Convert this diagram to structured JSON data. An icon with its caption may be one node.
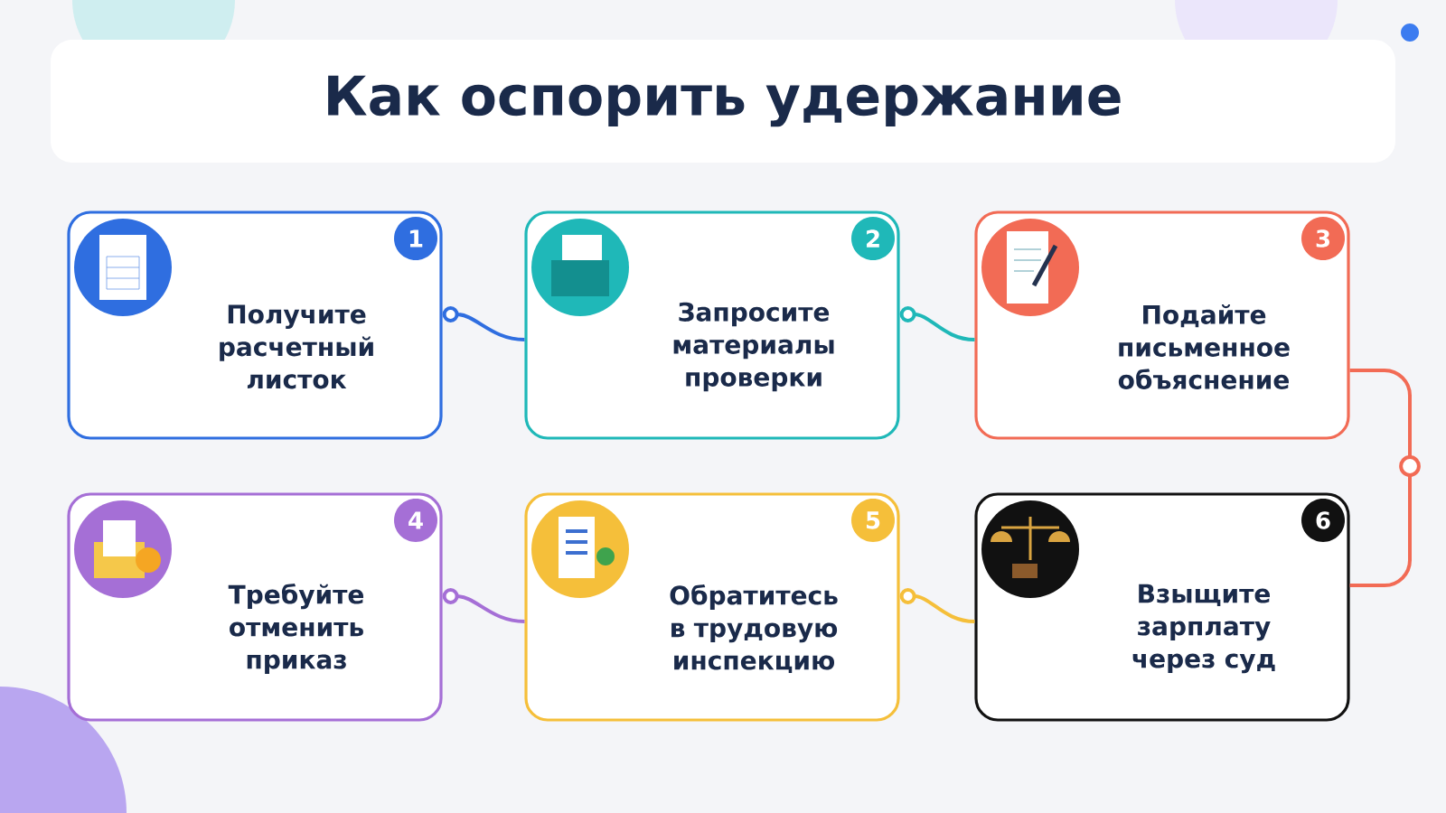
{
  "diagram": {
    "title": "Как оспорить удержание",
    "nodes": [
      {
        "text": [
          "1",
          "Получите расчетный листок"
        ]
      },
      {
        "text": [
          "2",
          "Запросите материалы проверки"
        ]
      },
      {
        "text": [
          "3",
          "Подайте письменное объяснение"
        ]
      },
      {
        "text": [
          "4",
          "Требуйте отменить приказ"
        ]
      },
      {
        "text": [
          "5",
          "Обратитесь в трудовую инспекцию"
        ]
      },
      {
        "text": [
          "6",
          "Взыщите зарплату через суд"
        ]
      }
    ],
    "edges": [
      {
        "from": 0,
        "to": 1,
        "arrow": "other",
        "color": "#2f6ee0"
      },
      {
        "from": 1,
        "to": 2,
        "arrow": "other",
        "color": "#1fb8b8"
      },
      {
        "from": 2,
        "to": 5,
        "arrow": "none",
        "color": "#f26b55"
      },
      {
        "from": 4,
        "to": 5,
        "arrow": "other",
        "color": "#f5bf3a"
      },
      {
        "from": 3,
        "to": 4,
        "arrow": "other",
        "color": "#a56fd6"
      }
    ]
  }
}
